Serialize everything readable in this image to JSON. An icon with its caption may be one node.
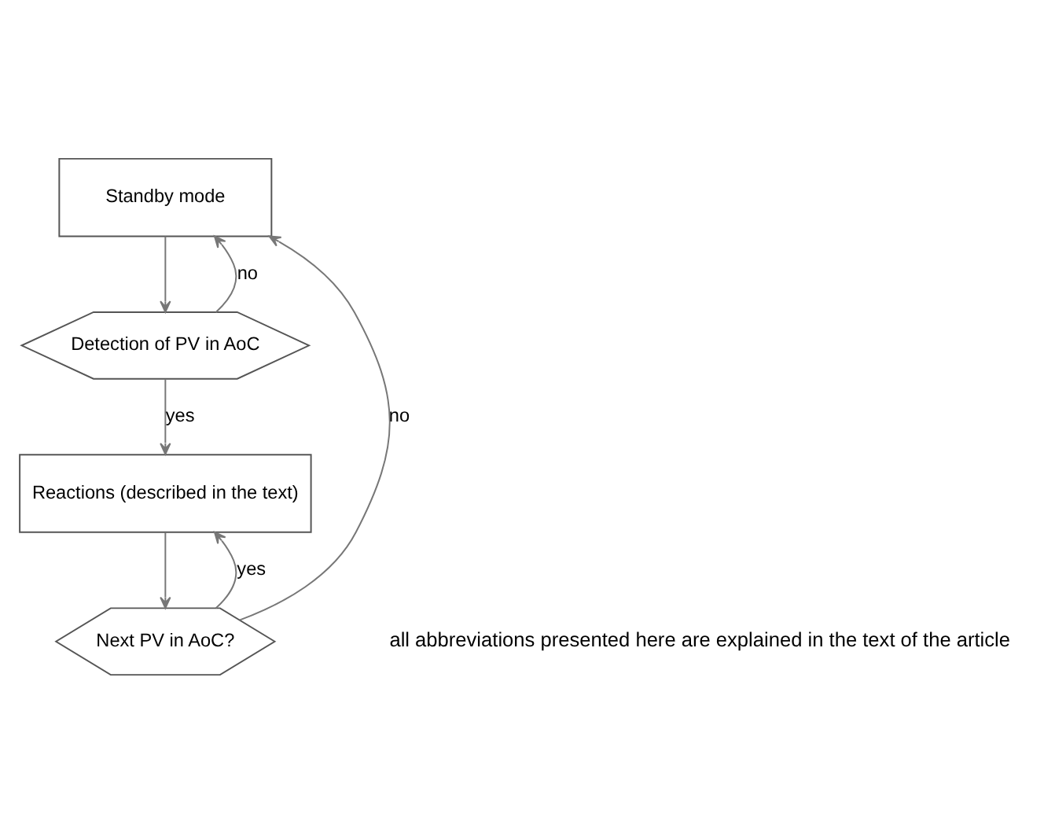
{
  "diagram": {
    "nodes": [
      {
        "text": [
          "Standby mode"
        ]
      },
      {
        "text": [
          "Detection of PV in AoC"
        ]
      },
      {
        "text": [
          "Reactions (described in the text)"
        ]
      },
      {
        "text": [
          "Next PV in AoC?"
        ]
      }
    ],
    "edges": [
      {
        "from": 0,
        "to": 1,
        "arrow": "to"
      },
      {
        "from": 1,
        "to": 0,
        "arrow": "to",
        "label": "no"
      },
      {
        "from": 1,
        "to": 2,
        "arrow": "to",
        "label": "yes"
      },
      {
        "from": 2,
        "to": 3,
        "arrow": "to"
      },
      {
        "from": 3,
        "to": 2,
        "arrow": "to",
        "label": "yes"
      },
      {
        "from": 3,
        "to": 0,
        "arrow": "to",
        "label": "no"
      }
    ],
    "labels": [
      "all abbreviations presented here are explained in the text of the article"
    ]
  }
}
